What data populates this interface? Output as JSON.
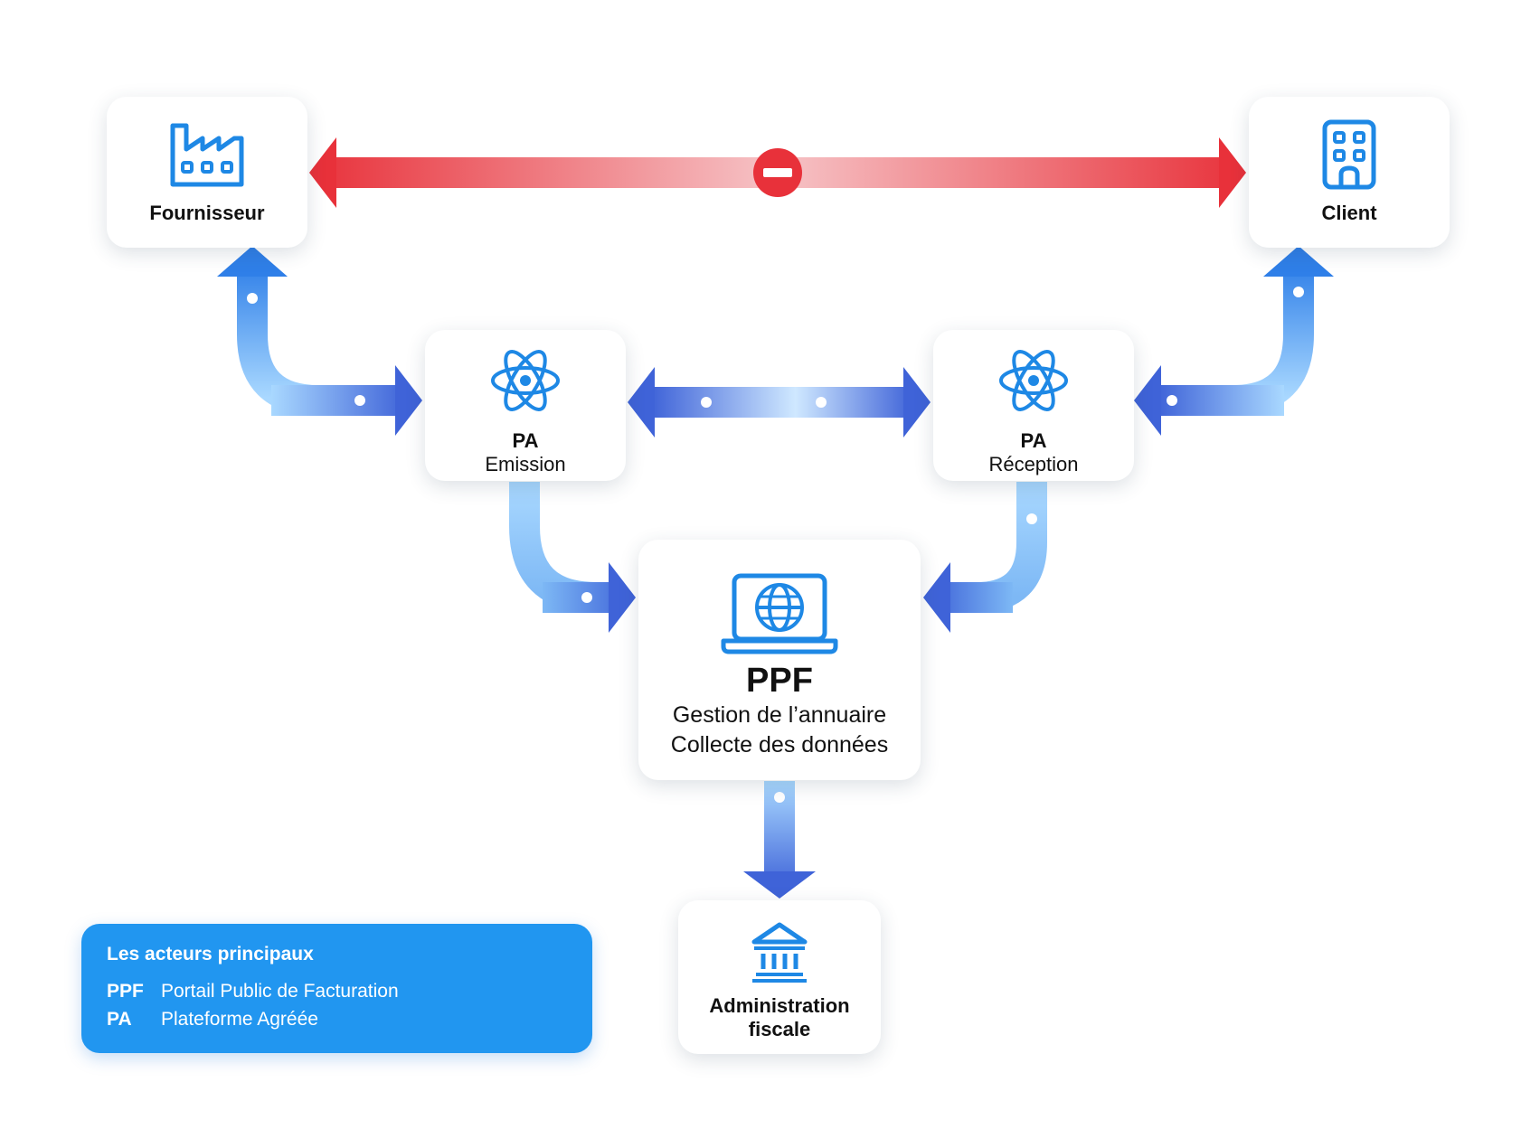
{
  "nodes": {
    "fournisseur": {
      "label": "Fournisseur",
      "icon": "factory-icon"
    },
    "client": {
      "label": "Client",
      "icon": "office-building-icon"
    },
    "pa_emission": {
      "line1": "PA",
      "line2": "Emission",
      "icon": "atom-icon"
    },
    "pa_reception": {
      "line1": "PA",
      "line2": "Réception",
      "icon": "atom-icon"
    },
    "ppf": {
      "title": "PPF",
      "line1": "Gestion de l’annuaire",
      "line2": "Collecte des données",
      "icon": "laptop-globe-icon"
    },
    "admin": {
      "line1": "Administration",
      "line2": "fiscale",
      "icon": "government-building-icon"
    }
  },
  "blocked_link": {
    "from": "Fournisseur",
    "to": "Client",
    "icon": "no-entry-icon"
  },
  "legend": {
    "title": "Les acteurs principaux",
    "items": [
      {
        "abbr": "PPF",
        "text": "Portail Public de Facturation"
      },
      {
        "abbr": "PA",
        "text": "Plateforme Agréée"
      }
    ]
  },
  "colors": {
    "accent_blue": "#2196f0",
    "icon_blue": "#1e88e5",
    "arrow_blue_dark": "#3f63d8",
    "arrow_blue_light": "#a9d8ff",
    "blocked_red": "#e8313a",
    "blocked_red_light": "#f6c4c7",
    "text_dark": "#111111"
  }
}
